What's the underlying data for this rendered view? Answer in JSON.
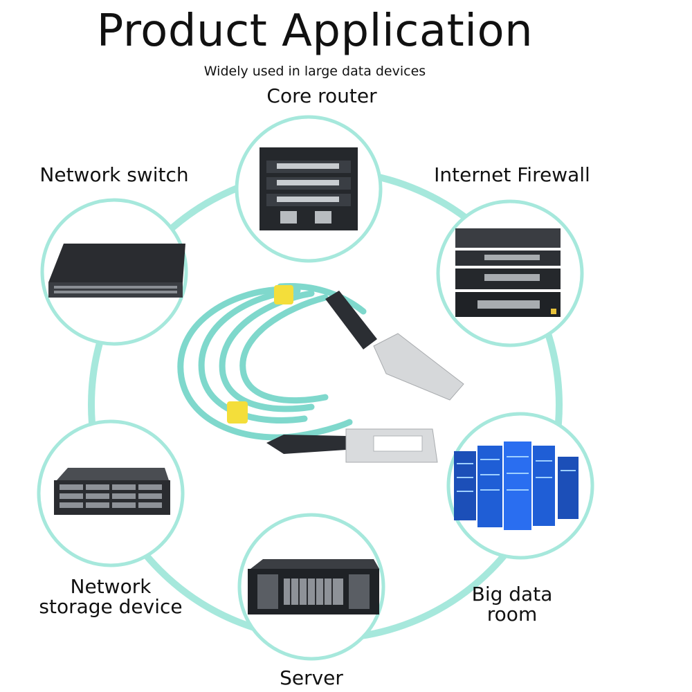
{
  "header": {
    "title": "Product Application",
    "subtitle": "Widely used in large data devices"
  },
  "applications": [
    {
      "label": "Core router",
      "icon": "core-router-icon"
    },
    {
      "label": "Internet Firewall",
      "icon": "firewall-icon"
    },
    {
      "label": "Network switch",
      "icon": "network-switch-icon"
    },
    {
      "label": "Big data",
      "label2": "room",
      "icon": "data-center-icon"
    },
    {
      "label": "Network",
      "label2": "storage device",
      "icon": "storage-device-icon"
    },
    {
      "label": "Server",
      "icon": "server-icon"
    }
  ],
  "product": {
    "icon": "aoc-cable-icon"
  },
  "colors": {
    "ring": "#a6e8dc",
    "cable": "#7fd8cc",
    "clip": "#f4de3a",
    "dark": "#2b2e33"
  }
}
